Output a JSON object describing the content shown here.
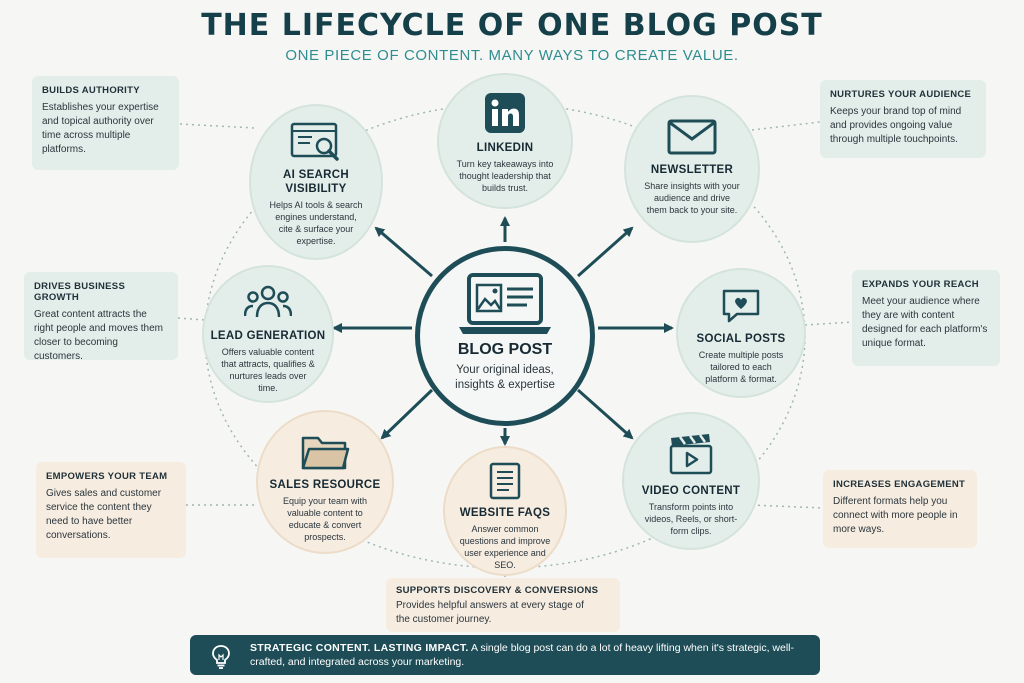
{
  "header": {
    "title": "THE LIFECYCLE OF ONE BLOG POST",
    "subtitle": "ONE PIECE OF CONTENT. MANY WAYS TO CREATE VALUE."
  },
  "hub": {
    "icon": "laptop-icon",
    "title": "BLOG POST",
    "description": "Your original ideas, insights & expertise"
  },
  "channels": {
    "linkedin": {
      "icon": "linkedin-icon",
      "title": "LINKEDIN",
      "description": "Turn key takeaways into thought leadership that builds trust."
    },
    "newsletter": {
      "icon": "envelope-icon",
      "title": "NEWSLETTER",
      "description": "Share insights with your audience and drive them back to your site."
    },
    "social_posts": {
      "icon": "heart-chat-icon",
      "title": "SOCIAL POSTS",
      "description": "Create multiple posts tailored to each platform & format."
    },
    "video_content": {
      "icon": "clapperboard-icon",
      "title": "VIDEO CONTENT",
      "description": "Transform points into videos, Reels, or short-form clips."
    },
    "website_faqs": {
      "icon": "document-icon",
      "title": "WEBSITE FAQS",
      "description": "Answer common questions and improve user experience and SEO."
    },
    "sales_resource": {
      "icon": "folder-icon",
      "title": "SALES RESOURCE",
      "description": "Equip your team with valuable content to educate & convert prospects."
    },
    "lead_generation": {
      "icon": "people-icon",
      "title": "LEAD GENERATION",
      "description": "Offers valuable content that attracts, qualifies & nurtures leads over time."
    },
    "ai_search": {
      "icon": "browser-search-icon",
      "title": "AI SEARCH VISIBILITY",
      "description": "Helps AI tools & search engines understand, cite & surface your expertise."
    }
  },
  "benefits": {
    "builds_authority": {
      "title": "BUILDS AUTHORITY",
      "description": "Establishes your expertise and topical authority over time across multiple platforms."
    },
    "nurtures_audience": {
      "title": "NURTURES YOUR AUDIENCE",
      "description": "Keeps your brand top of mind and provides ongoing value through multiple touchpoints."
    },
    "drives_growth": {
      "title": "DRIVES BUSINESS GROWTH",
      "description": "Great content attracts the right people and moves them closer to becoming customers."
    },
    "expands_reach": {
      "title": "EXPANDS YOUR REACH",
      "description": "Meet your audience where they are with content designed for each platform's unique format."
    },
    "empowers_team": {
      "title": "EMPOWERS YOUR TEAM",
      "description": "Gives sales and customer service the content they need to have better conversations."
    },
    "increases_engagement": {
      "title": "INCREASES ENGAGEMENT",
      "description": "Different formats help you connect with more people in more ways."
    },
    "supports_discovery": {
      "title": "SUPPORTS DISCOVERY & CONVERSIONS",
      "description": "Provides helpful answers at every stage of the customer journey."
    }
  },
  "footer": {
    "icon": "lightbulb-icon",
    "headline": "STRATEGIC CONTENT. LASTING IMPACT.",
    "text": "A single blog post can do a lot of heavy lifting when it's strategic, well-crafted, and integrated across your marketing."
  },
  "colors": {
    "primary": "#1e4d57",
    "accent": "#2f8d90",
    "green_fill": "#e3eeea",
    "beige_fill": "#f6ece0"
  }
}
